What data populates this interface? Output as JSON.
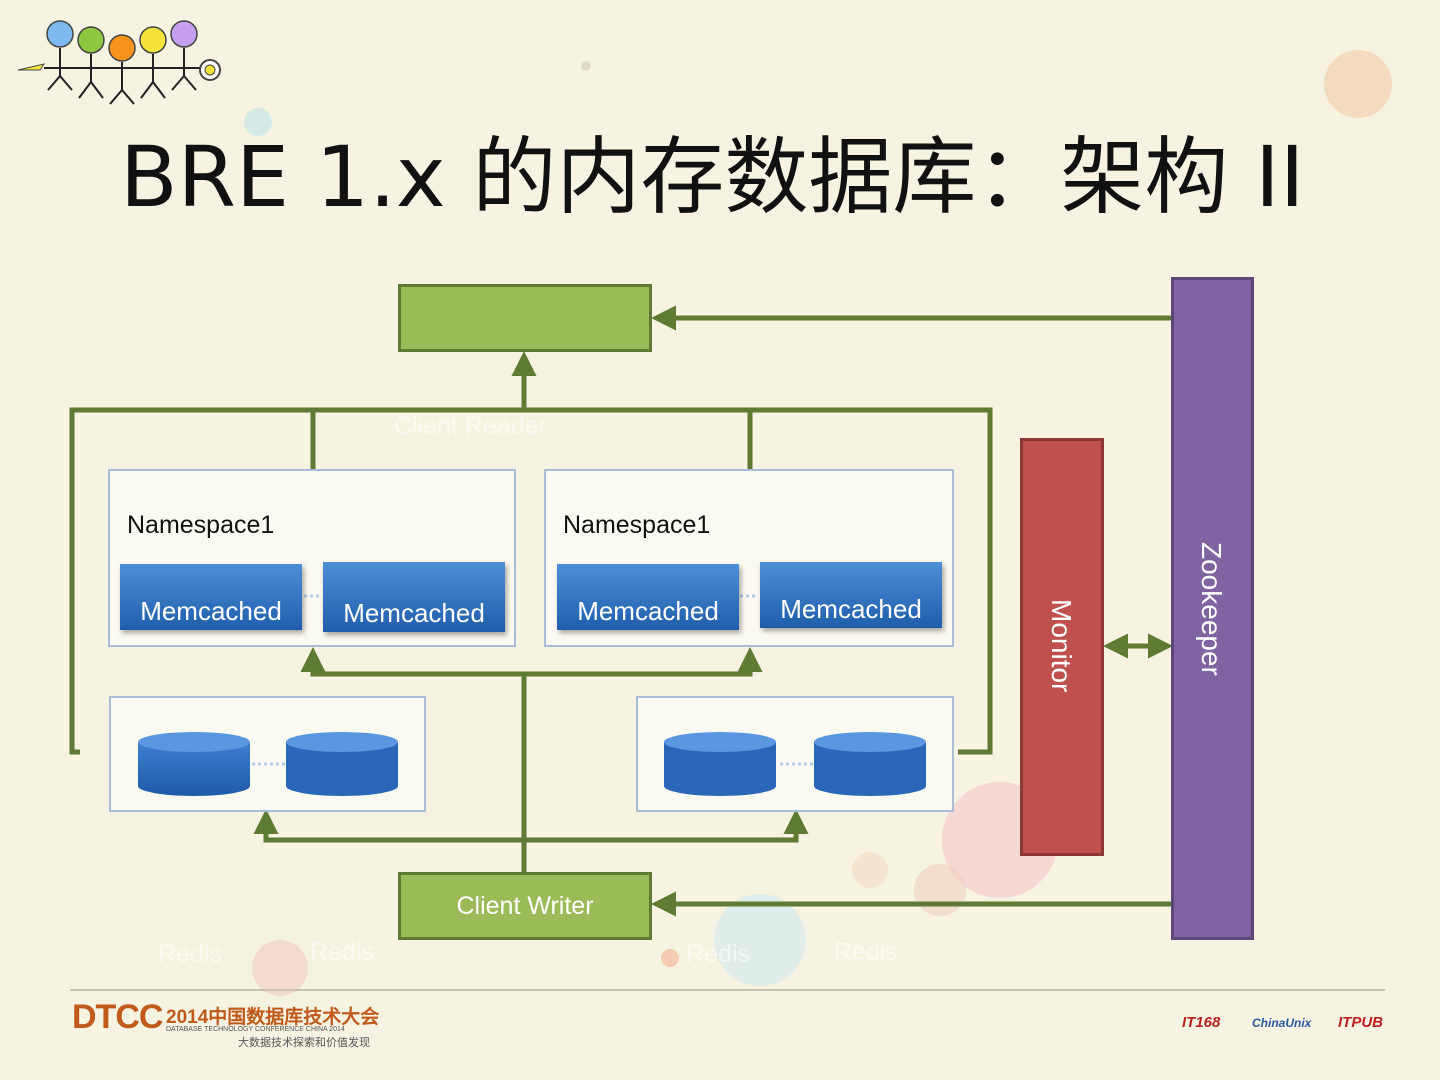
{
  "title": "BRE 1.x 的内存数据库：架构 II",
  "nodes": {
    "client_reader": "Client Reader",
    "client_writer": "Client Writer",
    "monitor": "Monitor",
    "zookeeper": "Zookeeper",
    "namespace_left": "Namespace1",
    "namespace_right": "Namespace1",
    "memcached": [
      "Memcached",
      "Memcached",
      "Memcached",
      "Memcached"
    ],
    "redis": [
      "Redis",
      "Redis",
      "Redis",
      "Redis"
    ]
  },
  "footer": {
    "logo": "DTCC",
    "conference": "2014中国数据库技术大会",
    "conference_en": "DATABASE TECHNOLOGY CONFERENCE CHINA 2014",
    "slogan": "大数据技术探索和价值发现",
    "sponsors": [
      "IT168",
      "ChinaUnix",
      "ITPUB"
    ]
  },
  "colors": {
    "client_box": "#9bbb59",
    "line": "#5f7a32",
    "monitor": "#c0504d",
    "zookeeper": "#8064a2",
    "store_blue": "#2d6cbf"
  },
  "icons": [
    "people-logo-icon",
    "database-cylinder-icon"
  ]
}
